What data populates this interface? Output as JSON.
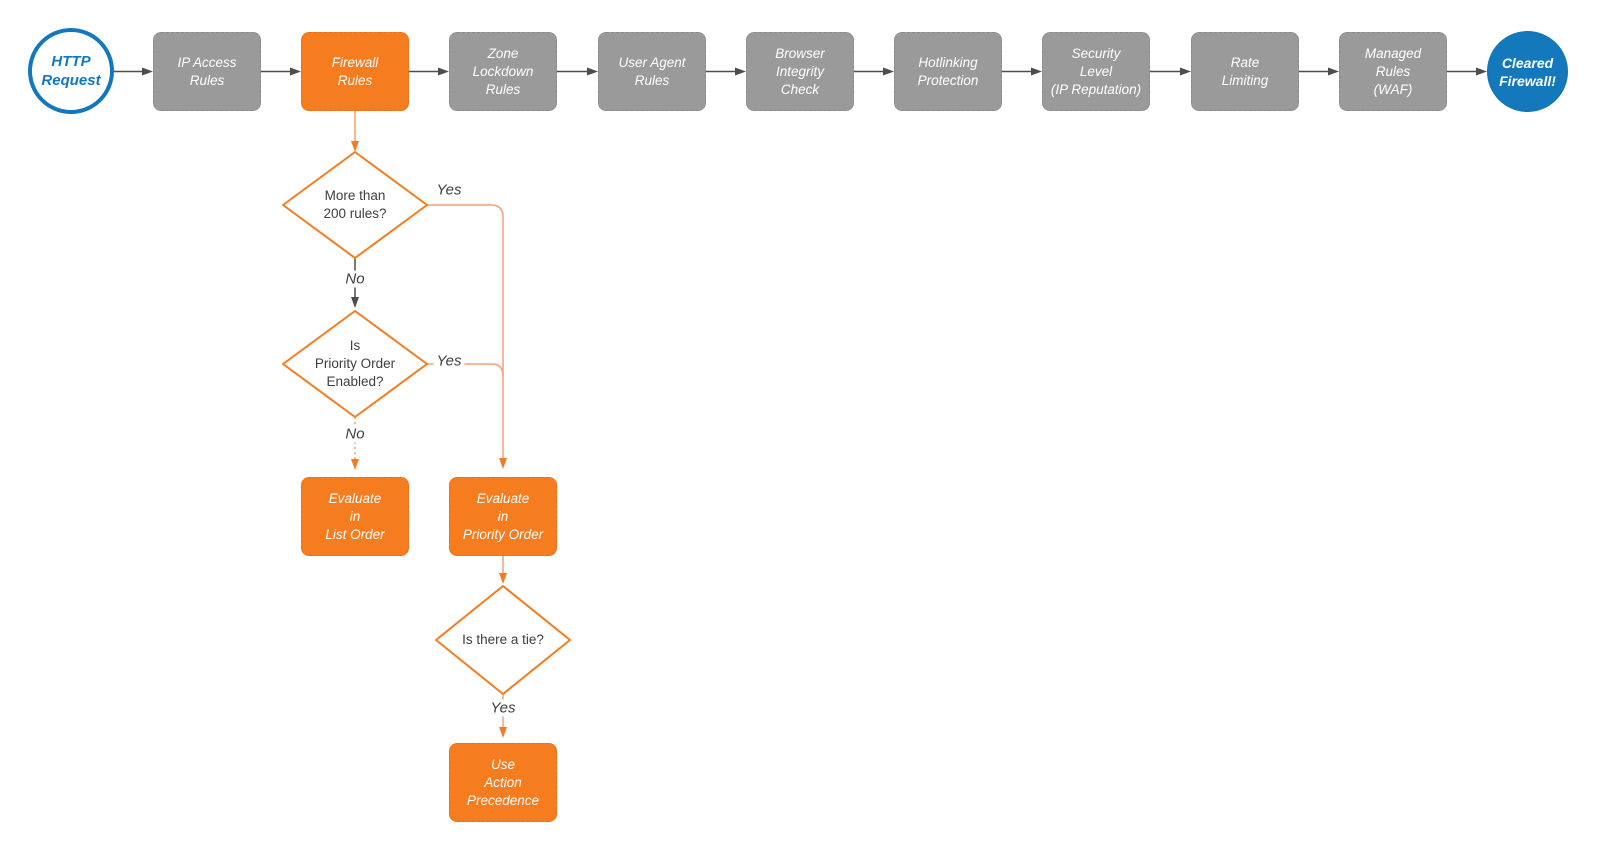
{
  "flow": {
    "start": "HTTP\nRequest",
    "stages": [
      "IP Access\nRules",
      "Firewall\nRules",
      "Zone\nLockdown\nRules",
      "User Agent\nRules",
      "Browser\nIntegrity\nCheck",
      "Hotlinking\nProtection",
      "Security\nLevel\n(IP Reputation)",
      "Rate\nLimiting",
      "Managed\nRules\n(WAF)"
    ],
    "end": "Cleared\nFirewall!"
  },
  "branch": {
    "decision_rules_count": "More than\n200 rules?",
    "decision_priority_enabled": "Is\nPriority Order\nEnabled?",
    "decision_tie": "Is there a tie?",
    "evaluate_list": "Evaluate\nin\nList Order",
    "evaluate_priority": "Evaluate\nin\nPriority Order",
    "use_action_precedence": "Use\nAction\nPrecedence",
    "labels": {
      "yes1": "Yes",
      "no1": "No",
      "yes2": "Yes",
      "no2": "No",
      "yes3": "Yes"
    }
  },
  "colors": {
    "node_orange": "#F67C20",
    "node_gray": "#9A9A9A",
    "accent_blue": "#1478BD",
    "connector_dark": "#4D4D4D",
    "connector_light_orange": "#F5A170",
    "text_dark": "#3F3F3F",
    "text_light": "#FFFFFF"
  }
}
